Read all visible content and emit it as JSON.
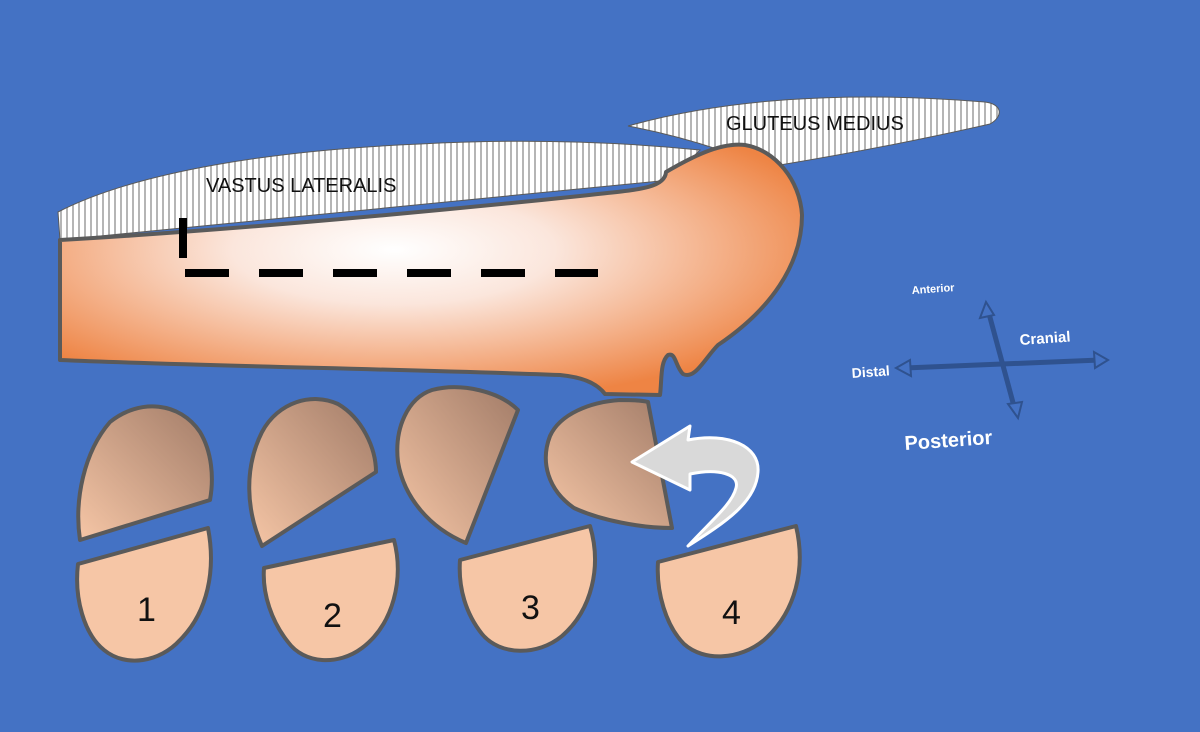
{
  "diagram": {
    "colors": {
      "background": "#4472C4",
      "bone_outline": "#5A5A5A",
      "bone_fill_light": "#FDF3EE",
      "bone_fill_dark": "#EE8444",
      "fragment_fill": "#F6C6A6",
      "arrow_fill": "#D9D9D9"
    },
    "labels": {
      "vastus_lateralis": "VASTUS LATERALIS",
      "gluteus_medius": "GLUTEUS MEDIUS"
    },
    "fragments": [
      "1",
      "2",
      "3",
      "4"
    ],
    "compass": {
      "anterior": "Anterior",
      "cranial": "Cranial",
      "distal": "Distal",
      "posterior": "Posterior"
    }
  }
}
